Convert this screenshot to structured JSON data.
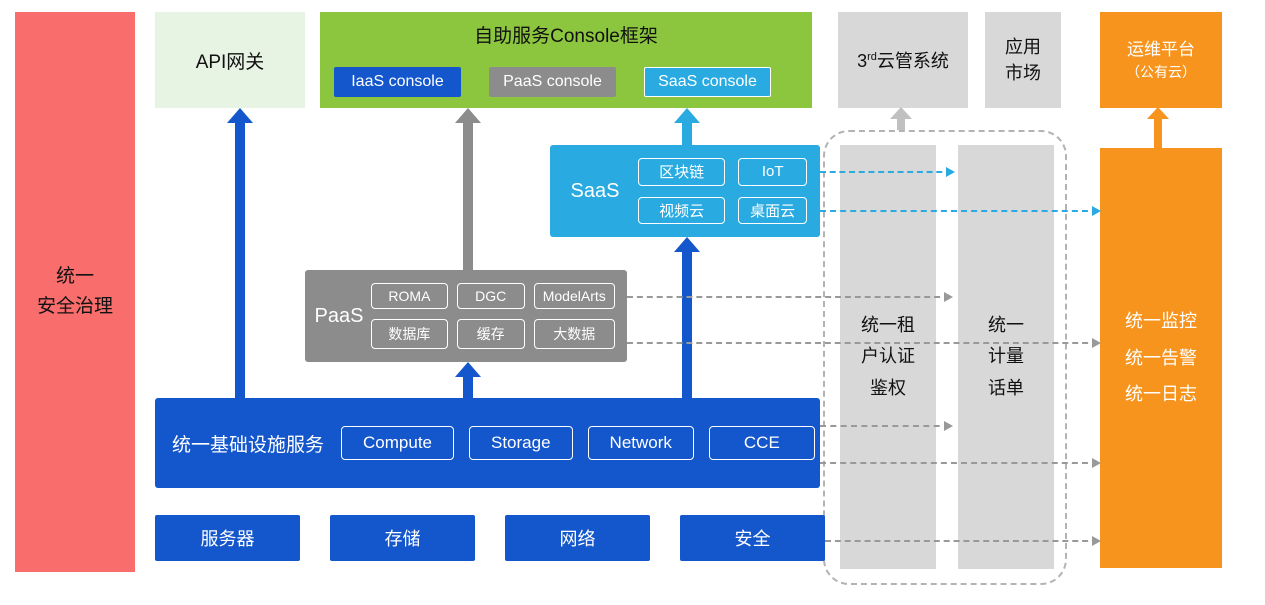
{
  "colors": {
    "red": "#F96D6D",
    "light_green": "#E7F3E3",
    "green": "#8CC63F",
    "blue": "#1456CB",
    "cyan": "#29ABE2",
    "gray": "#8C8C8C",
    "light_gray": "#D8D8D8",
    "orange": "#F7941E",
    "dash_gray": "#999999",
    "border_gray": "#B3B3B3",
    "arrow_gray": "#C0C0C0"
  },
  "security_bar": {
    "label": "统一\n安全治理"
  },
  "api_gateway": {
    "label": "API网关"
  },
  "console_framework": {
    "title": "自助服务Console框架",
    "iaas": "IaaS console",
    "paas": "PaaS console",
    "saas": "SaaS console"
  },
  "third_party": {
    "prefix": "3",
    "sup": "rd",
    "suffix": "云管系统"
  },
  "app_market": {
    "label": "应用\n市场"
  },
  "om_platform": {
    "line1": "运维平台",
    "line2": "（公有云）"
  },
  "saas_block": {
    "label": "SaaS",
    "items": [
      "区块链",
      "IoT",
      "视频云",
      "桌面云"
    ]
  },
  "paas_block": {
    "label": "PaaS",
    "items": [
      "ROMA",
      "DGC",
      "ModelArts",
      "数据库",
      "缓存",
      "大数据"
    ]
  },
  "infra_block": {
    "label": "统一基础设施服务",
    "items": [
      "Compute",
      "Storage",
      "Network",
      "CCE"
    ]
  },
  "hardware": {
    "items": [
      "服务器",
      "存储",
      "网络",
      "安全"
    ]
  },
  "auth_bar": {
    "label": "统一租\n户认证\n鉴权"
  },
  "metering_bar": {
    "label": "统一\n计量\n话单"
  },
  "monitor_bar": {
    "label": "统一监控\n统一告警\n统一日志"
  }
}
